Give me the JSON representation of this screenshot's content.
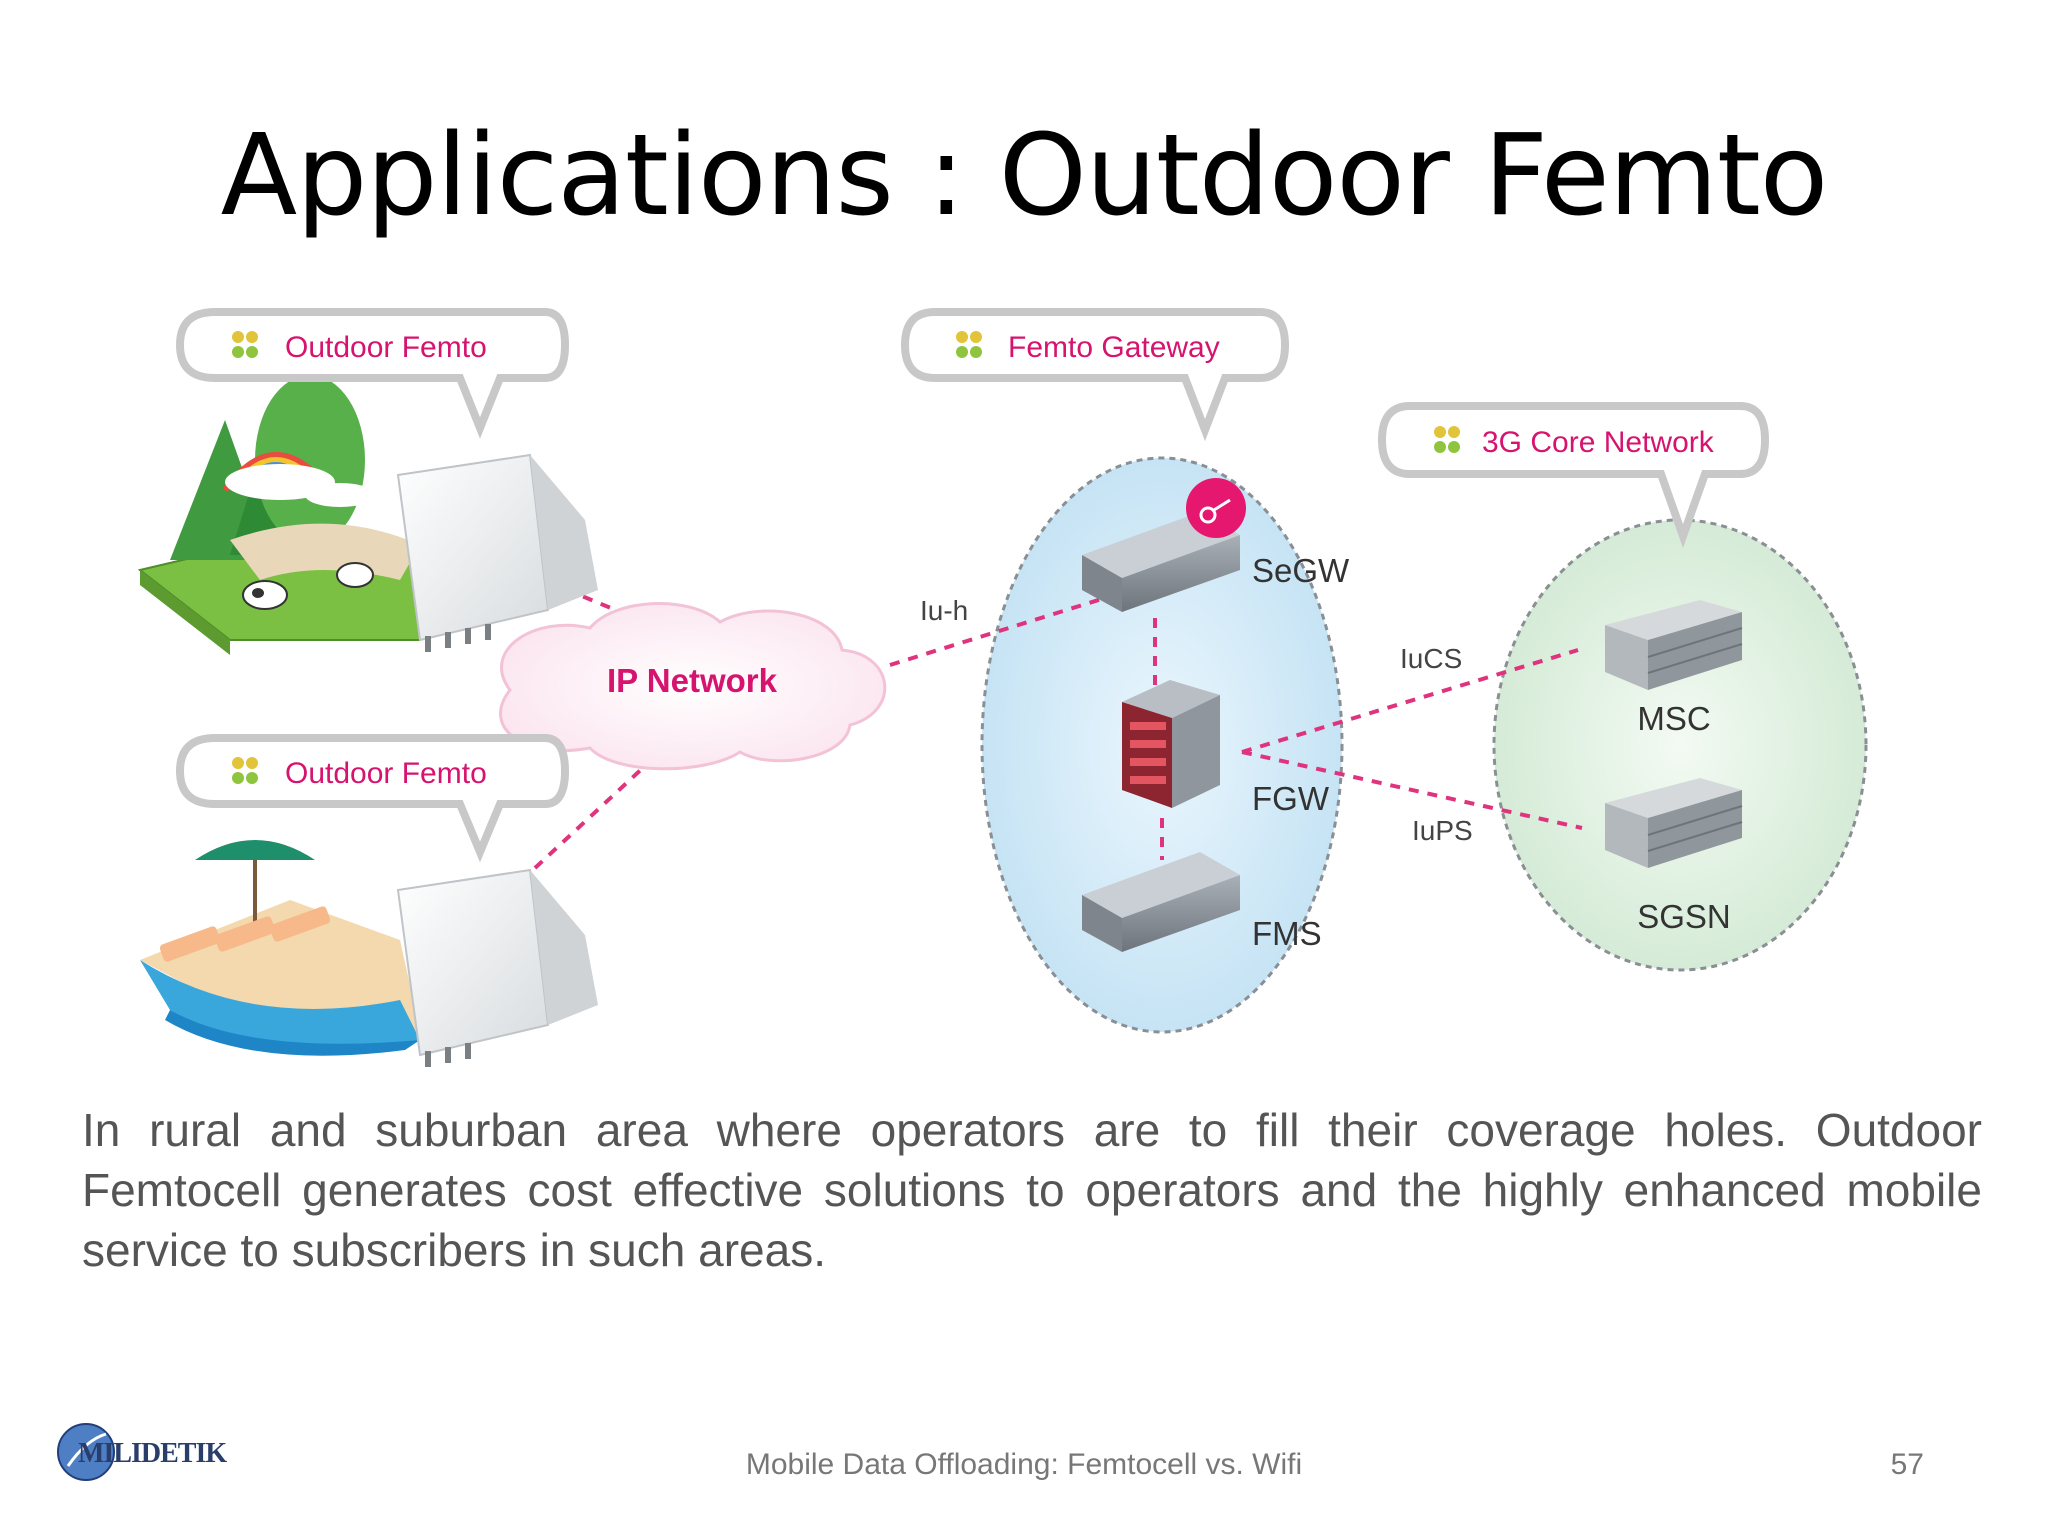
{
  "slide": {
    "title": "Applications : Outdoor Femto",
    "body_lines": [
      "In rural and suburban area where operators are to fill their coverage holes. Outdoor",
      "Femtocell generates cost effective solutions to operators and the highly enhanced mobile",
      "service to subscribers in such areas."
    ],
    "footer": "Mobile Data Offloading: Femtocell vs. Wifi",
    "page_number": "57",
    "logo_text": "MILIDETIK"
  },
  "diagram": {
    "callouts": {
      "outdoor_femto_top": "Outdoor Femto",
      "outdoor_femto_bottom": "Outdoor Femto",
      "femto_gateway": "Femto Gateway",
      "core_network": "3G Core Network"
    },
    "cloud_label": "IP Network",
    "nodes": {
      "segw": "SeGW",
      "fgw": "FGW",
      "fms": "FMS",
      "msc": "MSC",
      "sgsn": "SGSN"
    },
    "interfaces": {
      "iuh": "Iu-h",
      "iucs": "IuCS",
      "iups": "IuPS"
    },
    "colors": {
      "accent_magenta": "#d6136e",
      "gateway_zone": "#d7ecf8",
      "core_zone": "#e3f1e4",
      "callout_border": "#c8c8c8",
      "bullet_yellow": "#e2c43a",
      "bullet_green": "#8fc43e"
    }
  }
}
